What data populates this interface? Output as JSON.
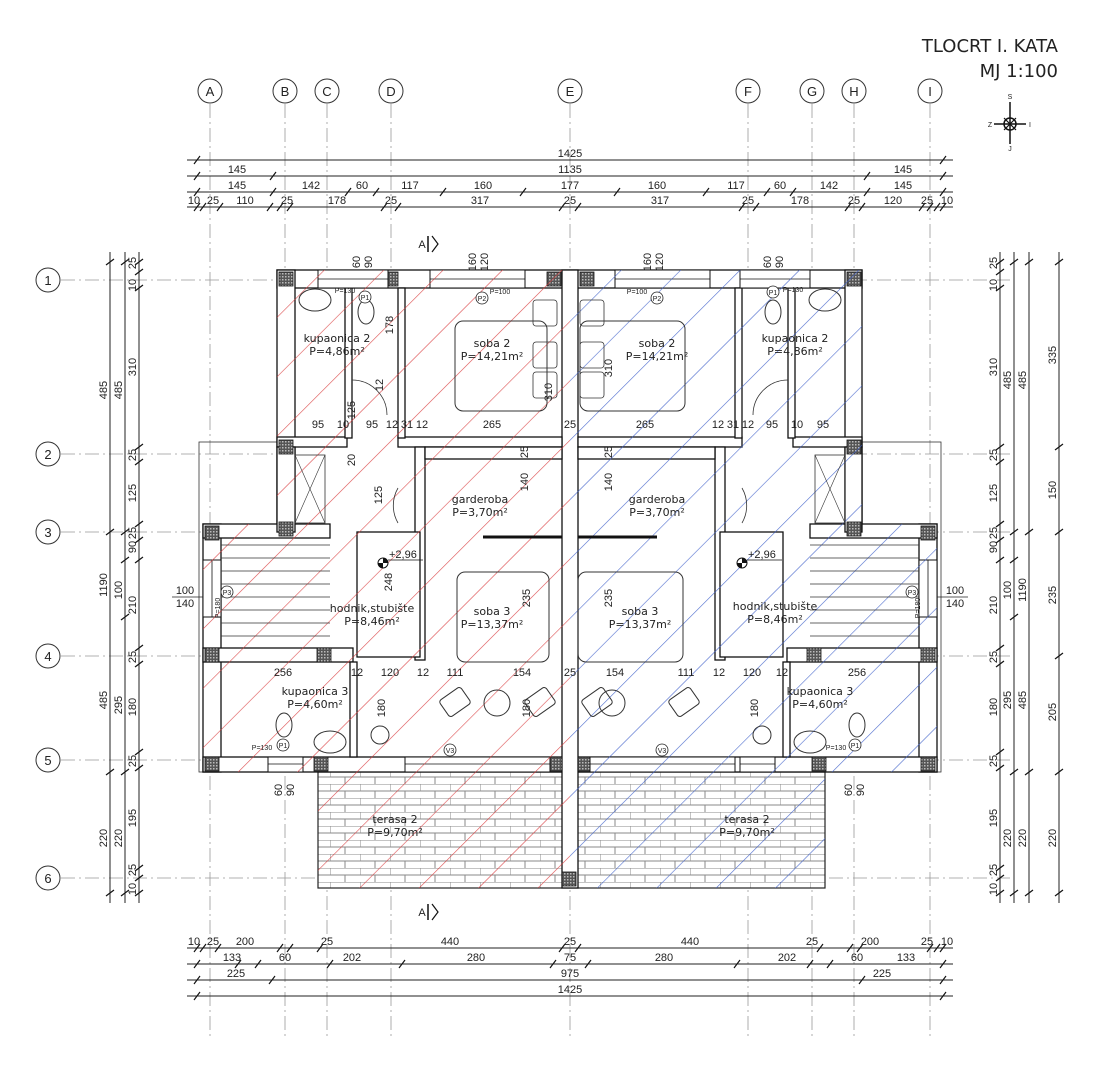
{
  "title": {
    "line1": "TLOCRT I. KATA",
    "line2": "MJ 1:100"
  },
  "compass": {
    "north": "S",
    "west": "Z",
    "east": "I",
    "south": "J"
  },
  "grid": {
    "columns": [
      "A",
      "B",
      "C",
      "D",
      "E",
      "F",
      "G",
      "H",
      "I"
    ],
    "rows": [
      "1",
      "2",
      "3",
      "4",
      "5",
      "6"
    ]
  },
  "section_marker": "A",
  "hatch_colors": {
    "left_unit": "#d8383a",
    "right_unit": "#3a5cc8"
  },
  "dimensions": {
    "top": [
      [
        "1425"
      ],
      [
        "145",
        "1135",
        "145"
      ],
      [
        "145",
        "142",
        "60",
        "117",
        "160",
        "177",
        "160",
        "117",
        "60",
        "142",
        "145"
      ],
      [
        "10",
        "25",
        "110",
        "25",
        "178",
        "25",
        "317",
        "25",
        "317",
        "25",
        "178",
        "25",
        "120",
        "25",
        "10"
      ]
    ],
    "bottom": [
      [
        "10",
        "25",
        "200",
        "25",
        "440",
        "25",
        "440",
        "25",
        "200",
        "25",
        "10"
      ],
      [
        "133",
        "60",
        "202",
        "280",
        "75",
        "280",
        "202",
        "60",
        "133"
      ],
      [
        "225",
        "975",
        "225"
      ],
      [
        "1425"
      ]
    ],
    "left": [
      [
        "485",
        "1190",
        "485",
        "220"
      ],
      [
        "485",
        "100",
        "295",
        "220"
      ],
      [
        "25",
        "10",
        "310",
        "25",
        "125",
        "25",
        "90",
        "210",
        "25",
        "180",
        "25",
        "195",
        "25",
        "10"
      ]
    ],
    "right": [
      [
        "25",
        "10",
        "310",
        "25",
        "125",
        "25",
        "90",
        "210",
        "25",
        "180",
        "25",
        "195",
        "25",
        "10"
      ],
      [
        "485",
        "100",
        "295",
        "220"
      ],
      [
        "485",
        "1190",
        "485",
        "220"
      ],
      [
        "335",
        "150",
        "235",
        "205",
        "220"
      ]
    ]
  },
  "rooms": [
    {
      "name": "kupaonica 2",
      "area": "P=4,86m²"
    },
    {
      "name": "soba 2",
      "area": "P=14,21m²"
    },
    {
      "name": "garderoba",
      "area": "P=3,70m²"
    },
    {
      "name": "hodnik,stubište",
      "area": "P=8,46m²"
    },
    {
      "name": "soba 3",
      "area": "P=13,37m²"
    },
    {
      "name": "kupaonica 3",
      "area": "P=4,60m²"
    },
    {
      "name": "terasa 2",
      "area": "P=9,70m²"
    },
    {
      "name": "kupaonica 2",
      "area": "P=4,86m²"
    },
    {
      "name": "soba 2",
      "area": "P=14,21m²"
    },
    {
      "name": "garderoba",
      "area": "P=3,70m²"
    },
    {
      "name": "hodnik,stubište",
      "area": "P=8,46m²"
    },
    {
      "name": "soba 3",
      "area": "P=13,37m²"
    },
    {
      "name": "kupaonica 3",
      "area": "P=4,60m²"
    },
    {
      "name": "terasa 2",
      "area": "P=9,70m²"
    }
  ],
  "inner_dimensions": {
    "horizontal": [
      "95",
      "10",
      "95",
      "12",
      "31",
      "12",
      "265",
      "25",
      "265",
      "12",
      "31",
      "12",
      "95",
      "10",
      "95",
      "256",
      "12",
      "120",
      "12",
      "111",
      "154",
      "25",
      "154",
      "111",
      "12",
      "120",
      "12",
      "256"
    ],
    "vertical": [
      "178",
      "12",
      "125",
      "20",
      "125",
      "25",
      "140",
      "310",
      "248",
      "235",
      "180",
      "180",
      "310",
      "25",
      "140",
      "235",
      "180"
    ]
  },
  "window_sizes": [
    "60",
    "90",
    "160",
    "120",
    "160",
    "120",
    "60",
    "90",
    "60",
    "90",
    "60",
    "90"
  ],
  "window_sizes_side": [
    "100",
    "140",
    "100",
    "140"
  ],
  "openings": {
    "tags": [
      "P1",
      "P2",
      "P2",
      "P1",
      "P3",
      "P3",
      "P1",
      "P1",
      "V3",
      "V3"
    ],
    "sill_heights": [
      "P=130",
      "P=100",
      "P=100",
      "P=130",
      "P=180",
      "P=180",
      "P=130",
      "P=130"
    ]
  },
  "levels": [
    "+2,96",
    "+2,96"
  ]
}
